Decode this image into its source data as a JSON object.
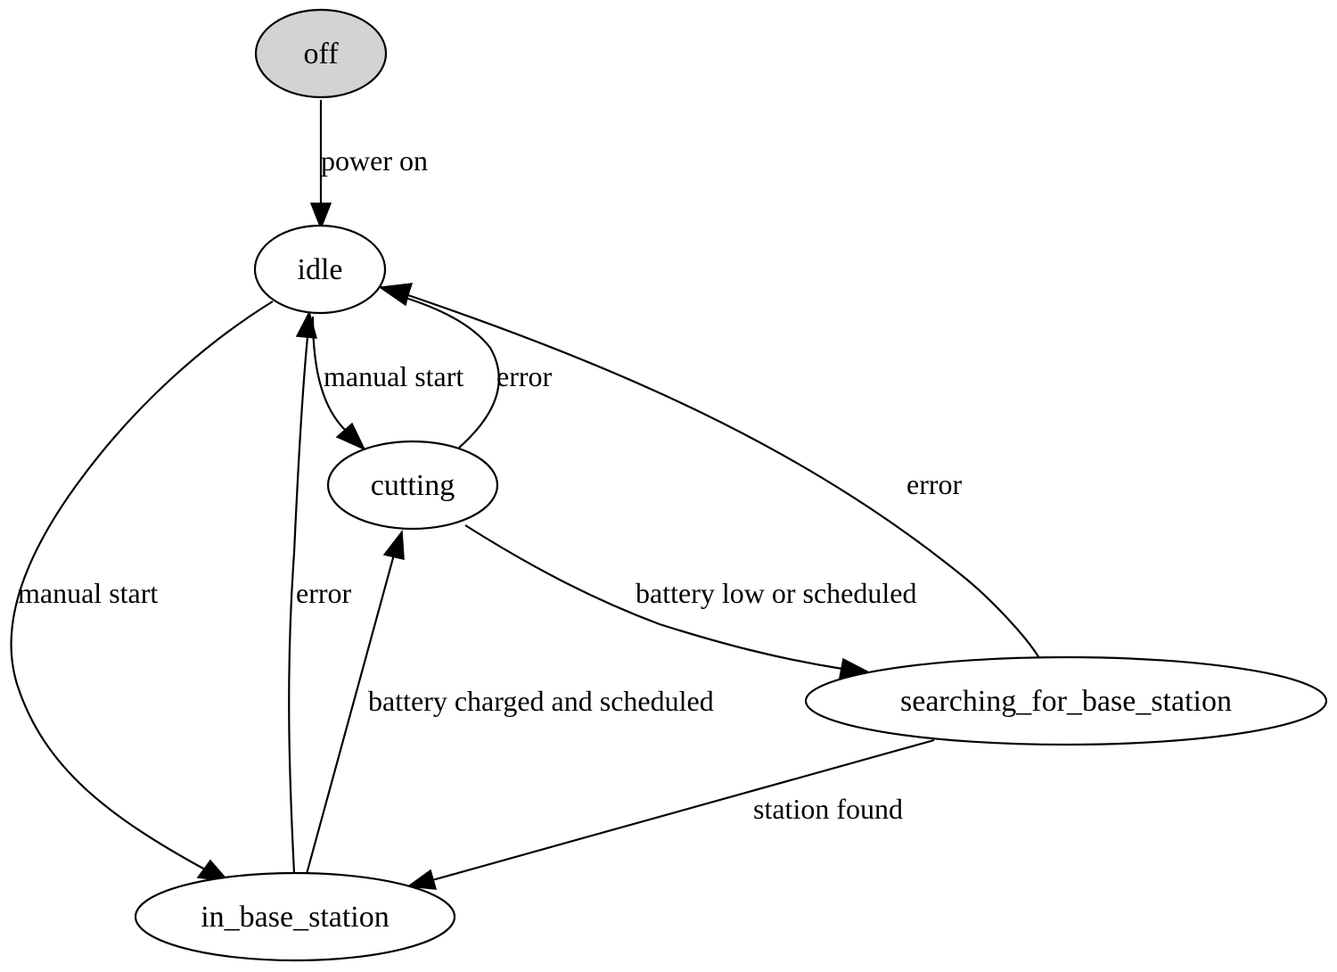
{
  "diagram": {
    "type": "state-machine",
    "states": [
      {
        "id": "off",
        "label": "off",
        "fill": "#d3d3d3"
      },
      {
        "id": "idle",
        "label": "idle",
        "fill": "#ffffff"
      },
      {
        "id": "cutting",
        "label": "cutting",
        "fill": "#ffffff"
      },
      {
        "id": "searching_for_base_station",
        "label": "searching_for_base_station",
        "fill": "#ffffff"
      },
      {
        "id": "in_base_station",
        "label": "in_base_station",
        "fill": "#ffffff"
      }
    ],
    "transitions": [
      {
        "id": "off-idle",
        "from": "off",
        "to": "idle",
        "label": "power on"
      },
      {
        "id": "idle-cutting",
        "from": "idle",
        "to": "cutting",
        "label": "manual start"
      },
      {
        "id": "cutting-idle",
        "from": "cutting",
        "to": "idle",
        "label": "error"
      },
      {
        "id": "search-idle",
        "from": "searching_for_base_station",
        "to": "idle",
        "label": "error"
      },
      {
        "id": "idle-base",
        "from": "idle",
        "to": "in_base_station",
        "label": "manual start"
      },
      {
        "id": "base-idle",
        "from": "in_base_station",
        "to": "idle",
        "label": "error"
      },
      {
        "id": "cutting-search",
        "from": "cutting",
        "to": "searching_for_base_station",
        "label": "battery low or scheduled"
      },
      {
        "id": "base-cutting",
        "from": "in_base_station",
        "to": "cutting",
        "label": "battery charged and scheduled"
      },
      {
        "id": "search-base",
        "from": "searching_for_base_station",
        "to": "in_base_station",
        "label": "station found"
      }
    ]
  }
}
